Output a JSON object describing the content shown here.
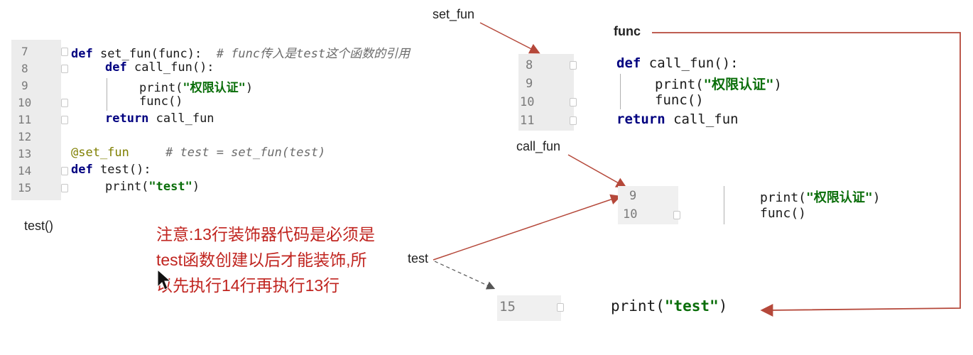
{
  "labels": {
    "set_fun": "set_fun",
    "func": "func",
    "call_fun": "call_fun",
    "test_call": "test()",
    "test": "test"
  },
  "left_code": {
    "line_numbers": [
      "7",
      "8",
      "9",
      "10",
      "11",
      "12",
      "13",
      "14",
      "15"
    ],
    "line7": {
      "kw": "def",
      "code": " set_fun(func):",
      "comment": "  # func传入是test这个函数的引用"
    },
    "line8": {
      "kw": "def",
      "code": " call_fun():"
    },
    "line9": {
      "code": "print(",
      "str": "\"权限认证\"",
      "tail": ")"
    },
    "line10": {
      "code": "func()"
    },
    "line11": {
      "kw": "return",
      "code": " call_fun"
    },
    "line13": {
      "deco": "@set_fun",
      "comment": "     # test = set_fun(test)"
    },
    "line14": {
      "kw": "def",
      "code": " test():"
    },
    "line15": {
      "code": "print(",
      "str": "\"test\"",
      "tail": ")"
    }
  },
  "right_code": {
    "line_numbers": [
      "8",
      "9",
      "10",
      "11"
    ],
    "line8": {
      "kw": "def",
      "code": " call_fun():"
    },
    "line9": {
      "code": "print(",
      "str": "\"权限认证\"",
      "tail": ")"
    },
    "line10": {
      "code": "func()"
    },
    "line11": {
      "kw": "return",
      "code": " call_fun"
    }
  },
  "middle_code": {
    "line_numbers": [
      "9",
      "10"
    ],
    "line9": {
      "code": "print(",
      "str": "\"权限认证\"",
      "tail": ")"
    },
    "line10": {
      "code": "func()"
    }
  },
  "bottom_code": {
    "line_number": "15",
    "line15": {
      "code": "print(",
      "str": "\"test\"",
      "tail": ")"
    }
  },
  "note": {
    "line1": "注意:13行装饰器代码是必须是",
    "line2": "test函数创建以后才能装饰,所",
    "line3": "以先执行14行再执行13行"
  },
  "colors": {
    "arrow": "#b5483a",
    "note": "#c0241f",
    "keyword": "#000080",
    "string": "#0a6e0a"
  }
}
